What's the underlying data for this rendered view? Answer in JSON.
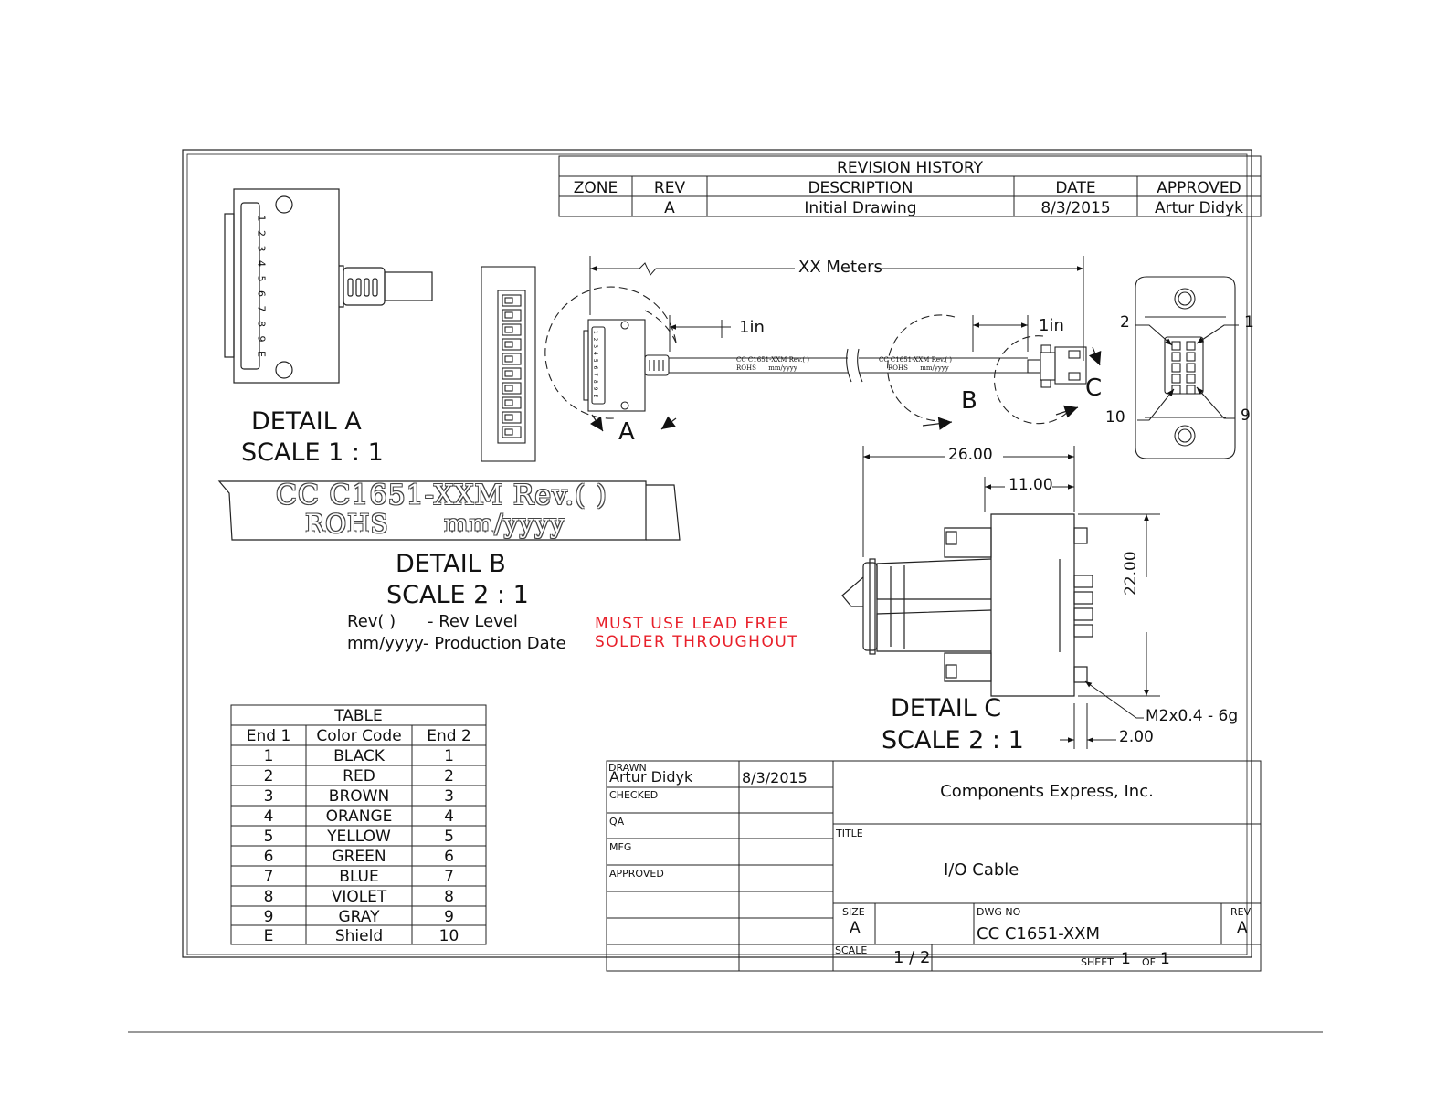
{
  "revision_history": {
    "title": "REVISION HISTORY",
    "headers": [
      "ZONE",
      "REV",
      "DESCRIPTION",
      "DATE",
      "APPROVED"
    ],
    "row": [
      "",
      "A",
      "Initial Drawing",
      "8/3/2015",
      "Artur Didyk"
    ]
  },
  "assembly": {
    "length_label": "XX Meters",
    "dim_1in_left": "1in",
    "dim_1in_right": "1in",
    "callout_a": "A",
    "callout_b": "B",
    "callout_c": "C",
    "cable_print_line1": "CC C1651-XXM Rev.( )",
    "cable_print_line2": "ROHS      mm/yyyy"
  },
  "end_view": {
    "pin_labels": {
      "top_left": "2",
      "top_right": "1",
      "bottom_left": "10",
      "bottom_right": "9"
    }
  },
  "connector_pins": "1 2 3 4 5 6 7 8 9 E",
  "detail_a": {
    "title": "DETAIL  A",
    "scale": "SCALE 1 : 1"
  },
  "detail_b": {
    "print_line1": "CC C1651-XXM Rev.( )",
    "print_line2a": "ROHS",
    "print_line2b": "mm/yyyy",
    "title": "DETAIL  B",
    "scale": "SCALE 2 : 1",
    "note_rev_key": "Rev( )",
    "note_rev_val": "- Rev Level",
    "note_date_key": "mm/yyyy",
    "note_date_val": "- Production Date"
  },
  "warning": {
    "line1": "MUST USE LEAD FREE",
    "line2": "SOLDER THROUGHOUT",
    "color": "#e8202a"
  },
  "detail_c": {
    "title": "DETAIL  C",
    "scale": "SCALE 2 : 1",
    "dim_26": "26.00",
    "dim_11": "11.00",
    "dim_22": "22.00",
    "dim_2": "2.00",
    "thread": "M2x0.4 - 6g"
  },
  "wire_table": {
    "title": "TABLE",
    "headers": [
      "End 1",
      "Color Code",
      "End 2"
    ],
    "rows": [
      [
        "1",
        "BLACK",
        "1"
      ],
      [
        "2",
        "RED",
        "2"
      ],
      [
        "3",
        "BROWN",
        "3"
      ],
      [
        "4",
        "ORANGE",
        "4"
      ],
      [
        "5",
        "YELLOW",
        "5"
      ],
      [
        "6",
        "GREEN",
        "6"
      ],
      [
        "7",
        "BLUE",
        "7"
      ],
      [
        "8",
        "VIOLET",
        "8"
      ],
      [
        "9",
        "GRAY",
        "9"
      ],
      [
        "E",
        "Shield",
        "10"
      ]
    ]
  },
  "title_block": {
    "drawn_label": "DRAWN",
    "drawn_name": "Artur Didyk",
    "drawn_date": "8/3/2015",
    "checked_label": "CHECKED",
    "qa_label": "QA",
    "mfg_label": "MFG",
    "approved_label": "APPROVED",
    "company": "Components Express, Inc.",
    "title_label": "TITLE",
    "title": "I/O Cable",
    "size_label": "SIZE",
    "size": "A",
    "dwg_label": "DWG NO",
    "dwg_no": "CC C1651-XXM",
    "rev_label": "REV",
    "rev": "A",
    "scale_label": "SCALE",
    "scale": "1 / 2",
    "sheet_label": "SHEET",
    "sheet": "1",
    "of_label": "OF",
    "of": "1"
  }
}
